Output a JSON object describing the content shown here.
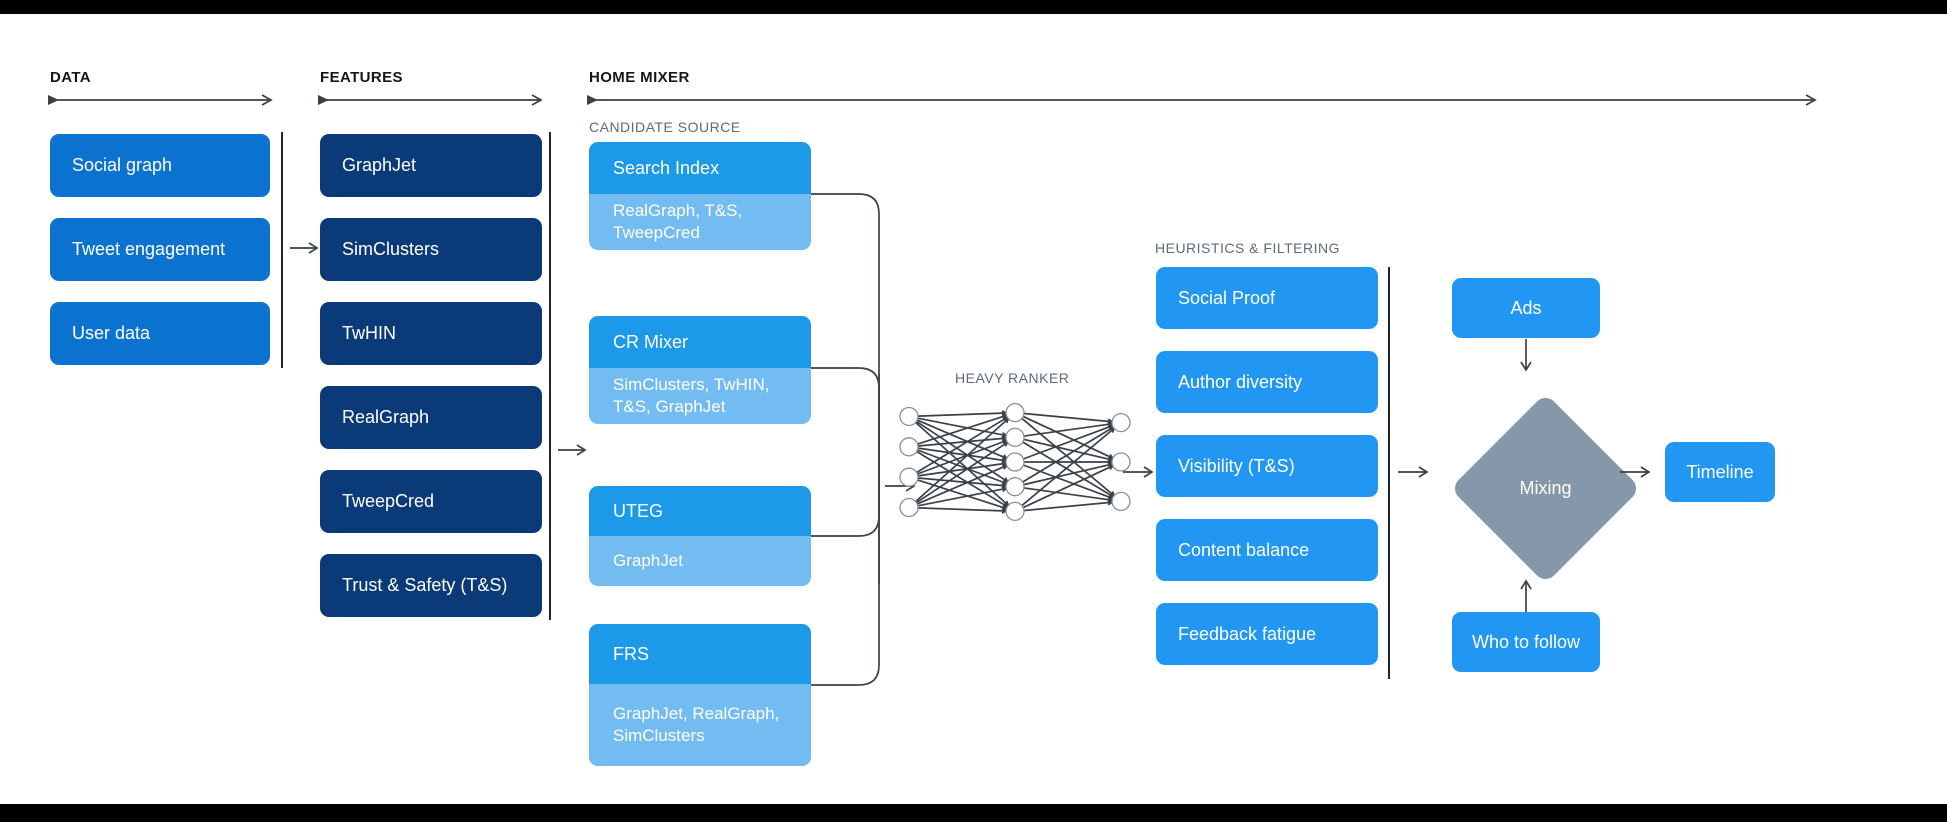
{
  "sections": {
    "data": {
      "title": "DATA"
    },
    "features": {
      "title": "FEATURES"
    },
    "home_mixer": {
      "title": "HOME MIXER"
    }
  },
  "sub_labels": {
    "candidate_source": "CANDIDATE SOURCE",
    "heavy_ranker": "HEAVY RANKER",
    "heuristics": "HEURISTICS & FILTERING"
  },
  "data_column": {
    "items": [
      {
        "label": "Social graph"
      },
      {
        "label": "Tweet engagement"
      },
      {
        "label": "User data"
      }
    ]
  },
  "features_column": {
    "items": [
      {
        "label": "GraphJet"
      },
      {
        "label": "SimClusters"
      },
      {
        "label": "TwHIN"
      },
      {
        "label": "RealGraph"
      },
      {
        "label": "TweepCred"
      },
      {
        "label": "Trust & Safety (T&S)"
      }
    ]
  },
  "candidate_sources": {
    "cards": [
      {
        "title": "Search Index",
        "sources": "RealGraph, T&S, TweepCred"
      },
      {
        "title": "CR Mixer",
        "sources": "SimClusters, TwHIN, T&S, GraphJet"
      },
      {
        "title": "UTEG",
        "sources": "GraphJet"
      },
      {
        "title": "FRS",
        "sources": "GraphJet, RealGraph, SimClusters"
      }
    ]
  },
  "heavy_ranker": {
    "label": "HEAVY RANKER",
    "layers": [
      4,
      5,
      3
    ]
  },
  "heuristics_column": {
    "items": [
      {
        "label": "Social Proof"
      },
      {
        "label": "Author diversity"
      },
      {
        "label": "Visibility (T&S)"
      },
      {
        "label": "Content balance"
      },
      {
        "label": "Feedback fatigue"
      }
    ]
  },
  "mixing": {
    "ads_label": "Ads",
    "diamond_label": "Mixing",
    "who_to_follow_label": "Who to follow",
    "timeline_label": "Timeline"
  },
  "colors": {
    "data_blue": "#0c72d0",
    "feature_navy": "#0a3a78",
    "source_head": "#1c99e8",
    "source_body": "#73bcf2",
    "heuristic_blue": "#2196f3",
    "mixing_gray": "#8498aa",
    "ink": "#3a4149",
    "label_gray": "#5b6b7a",
    "background": "#ffffff"
  }
}
